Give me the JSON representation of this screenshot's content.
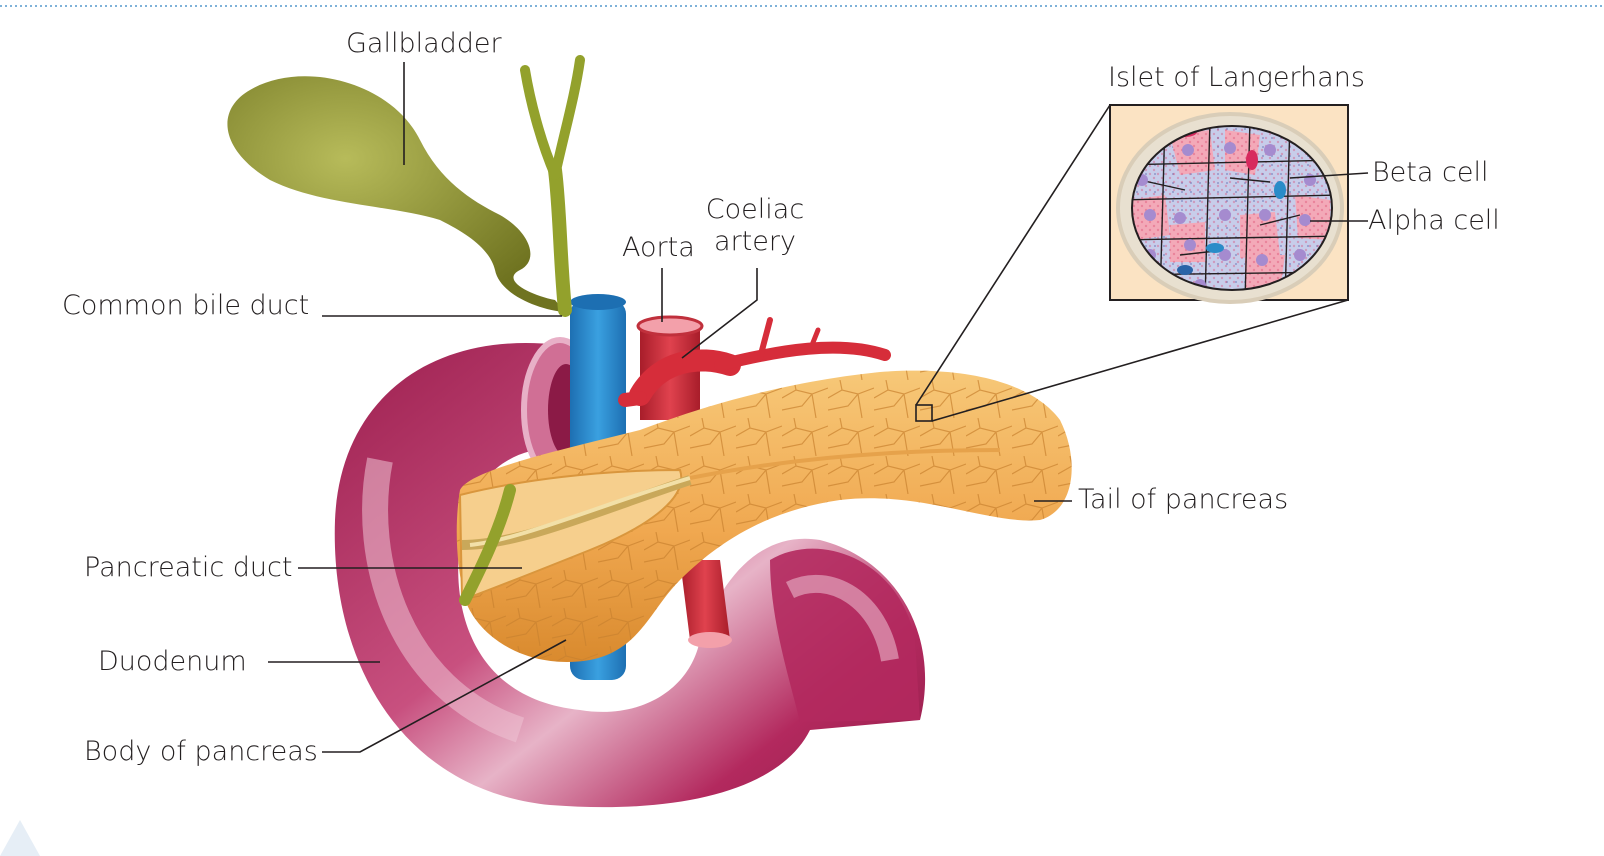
{
  "labels": {
    "gallbladder": "Gallbladder",
    "common_bile_duct": "Common bile duct",
    "aorta": "Aorta",
    "coeliac_artery_line1": "Coeliac",
    "coeliac_artery_line2": "artery",
    "islet_of_langerhans": "Islet of Langerhans",
    "beta_cell": "Beta cell",
    "alpha_cell": "Alpha cell",
    "tail_of_pancreas": "Tail of pancreas",
    "pancreatic_duct": "Pancreatic duct",
    "duodenum": "Duodenum",
    "body_of_pancreas": "Body of pancreas"
  },
  "colors": {
    "gallbladder": "#8a8f2a",
    "bile_duct": "#93a12c",
    "duodenum": "#b3295e",
    "duodenum_light": "#e7b3c7",
    "pancreas": "#f2b25a",
    "pancreas_dark": "#d98a2e",
    "vein": "#2f8fd0",
    "artery": "#d62d3a",
    "beta_cell": "#c7cdea",
    "alpha_cell": "#f3a9b8",
    "inset_bg": "#fbe3c3",
    "leader_line": "#231f20"
  }
}
